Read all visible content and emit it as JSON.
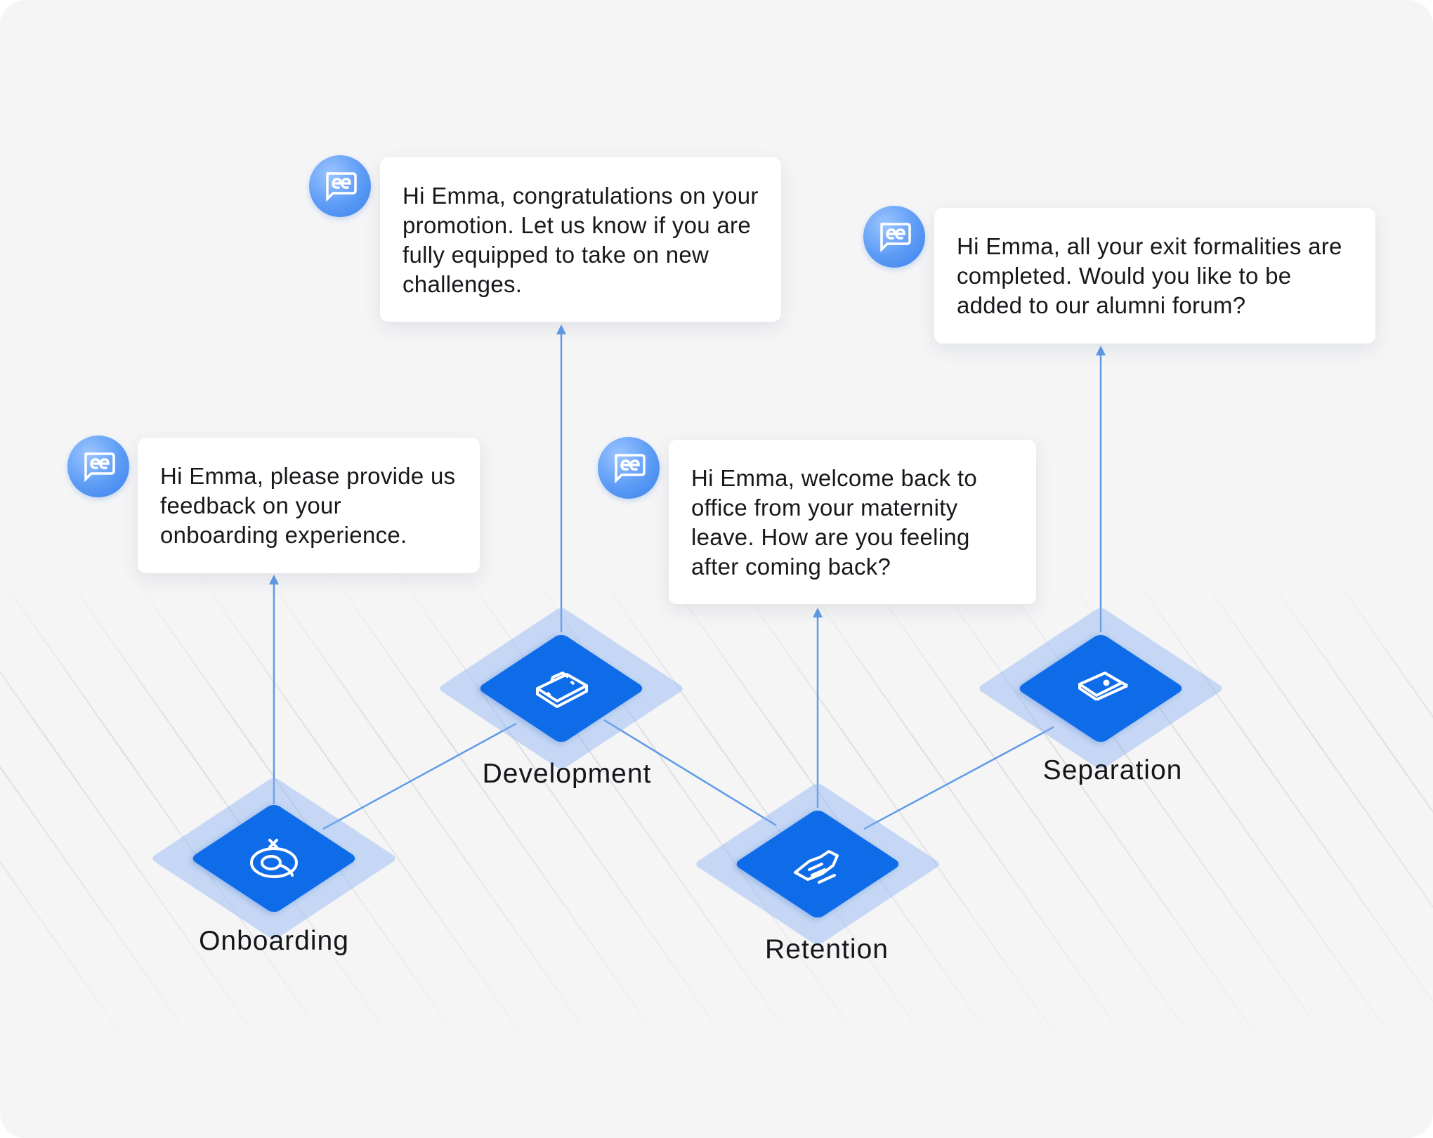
{
  "colors": {
    "background": "#f5f5f6",
    "accent": "#0f6ce8",
    "accent_halo": "#b5cff6",
    "connector": "#5f9be8",
    "badge": "#5b9bf5",
    "text": "#15161a"
  },
  "stages": [
    {
      "id": "onboarding",
      "label": "Onboarding",
      "icon": "onboarding-target-icon",
      "message": "Hi Emma, please provide us feedback on your onboarding experience."
    },
    {
      "id": "development",
      "label": "Development",
      "icon": "briefcase-icon",
      "message": "Hi Emma, congratulations on your promotion. Let us know if you are fully equipped to take on new challenges."
    },
    {
      "id": "retention",
      "label": "Retention",
      "icon": "handshake-icon",
      "message": "Hi Emma, welcome back to office from your maternity leave. How are you feeling after coming back?"
    },
    {
      "id": "separation",
      "label": "Separation",
      "icon": "door-icon",
      "message": "Hi Emma, all your exit formalities are completed. Would you like to be added to our alumni forum?"
    }
  ],
  "badge_icon": "chat-bubble-icon"
}
